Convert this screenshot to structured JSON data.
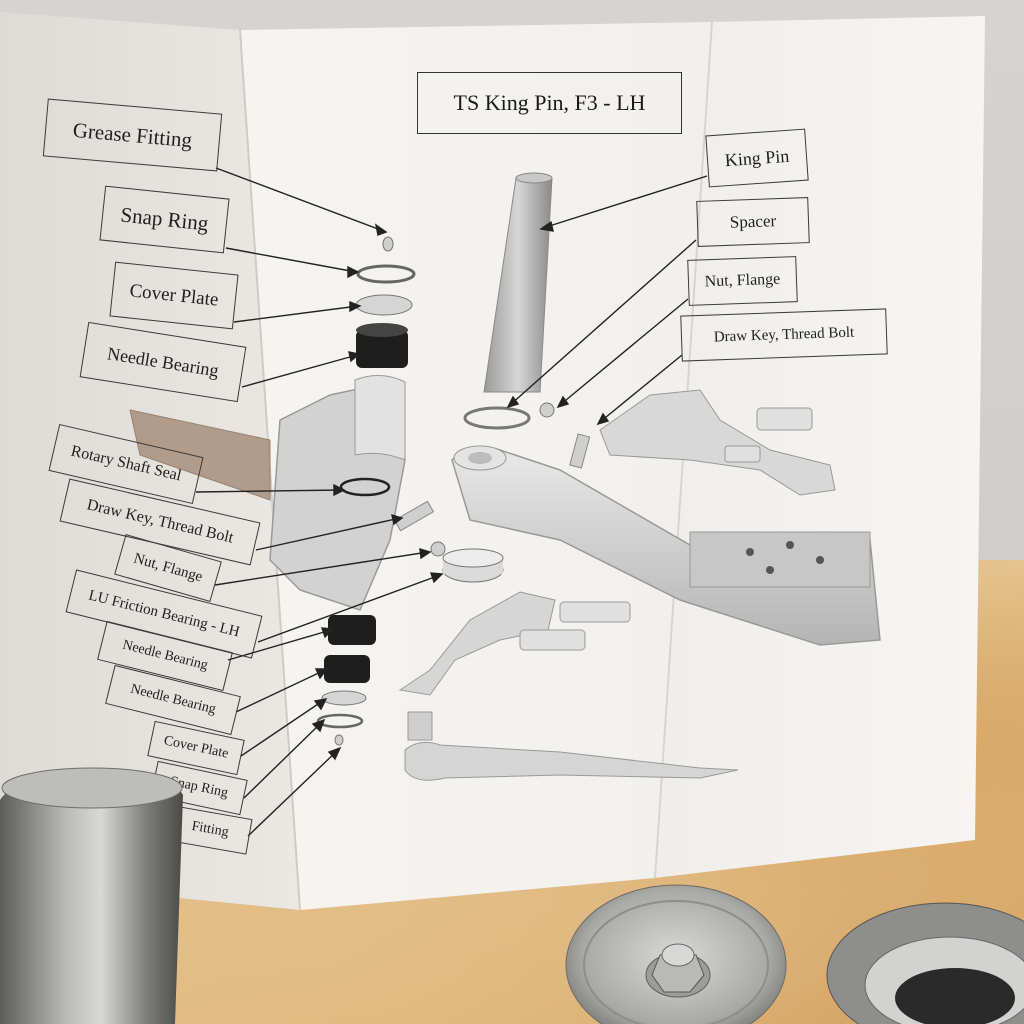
{
  "document": {
    "title": "TS King Pin, F3 - LH",
    "left_labels": [
      "Grease Fitting",
      "Snap Ring",
      "Cover Plate",
      "Needle Bearing",
      "Rotary Shaft Seal",
      "Draw Key, Thread Bolt",
      "Nut, Flange",
      "LU Friction Bearing - LH",
      "Needle Bearing",
      "Needle Bearing",
      "Cover Plate",
      "Snap Ring",
      "Fitting"
    ],
    "right_labels": [
      "King Pin",
      "Spacer",
      "Nut, Flange",
      "Draw Key, Thread Bolt"
    ]
  },
  "colors": {
    "paper": "#f4f2ee",
    "kraft_paper": "#e2bb80",
    "steel": "#9a9a98",
    "line": "#222222"
  }
}
